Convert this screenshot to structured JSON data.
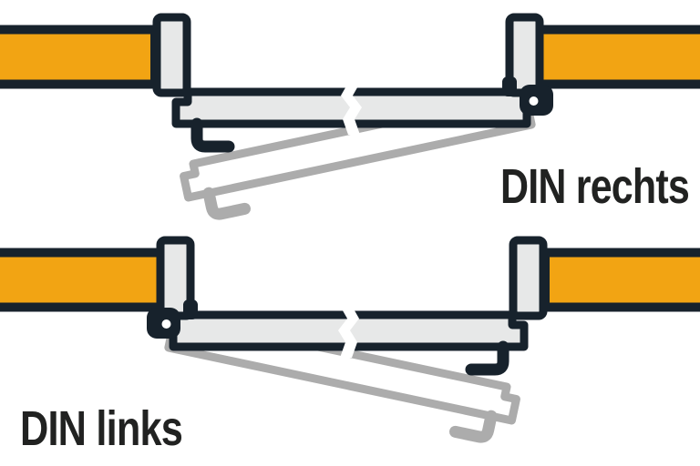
{
  "colors": {
    "background": "#FFFFFF",
    "wall": "#F2A413",
    "outline": "#17222C",
    "surface": "#E7E8E8",
    "open_gray": "#ACACAC",
    "label": "#212221"
  },
  "diagrams": [
    {
      "label": "DIN rechts",
      "hinge_side": "right"
    },
    {
      "label": "DIN links",
      "hinge_side": "left"
    }
  ]
}
